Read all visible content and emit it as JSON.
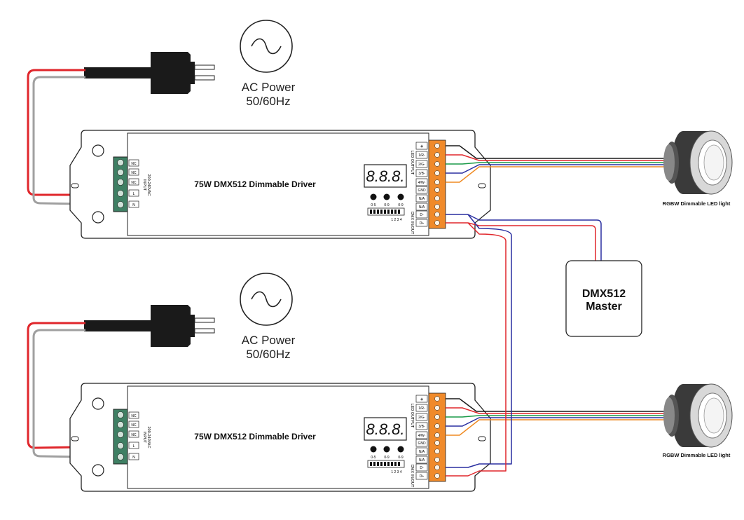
{
  "ac_power": {
    "label_line1": "AC Power",
    "label_line2": "50/60Hz"
  },
  "driver": {
    "title": "75W DMX512 Dimmable Driver",
    "input_terminals": [
      "NC",
      "NC",
      "NC",
      "L",
      "N"
    ],
    "input_label_line1": "INPUT",
    "input_label_line2": "200-240VAC",
    "display_text": "8.8.8.",
    "knob_labels": [
      "0-5",
      "0-9",
      "0-9"
    ],
    "dip_numbers": "1 2 3 4",
    "led_output_label": "LED OUTPUT",
    "dmx_label": "DMX IN/OUT",
    "output_terminals": [
      "+",
      "1/R-",
      "2/G-",
      "3/B-",
      "4/W-",
      "GND",
      "N/A",
      "N/A",
      "D-",
      "D+"
    ]
  },
  "dmx_master": {
    "line1": "DMX512",
    "line2": "Master"
  },
  "led_light": {
    "label": "RGBW Dimmable LED light"
  },
  "colors": {
    "wire_red": "#e0262b",
    "wire_gray": "#a0a0a0",
    "wire_green": "#1a9a48",
    "wire_blue": "#2a2fa0",
    "wire_orange": "#ef8a22",
    "wire_black": "#1a1a1a",
    "terminal_green": "#3e7f63",
    "terminal_orange": "#f08a2a"
  }
}
